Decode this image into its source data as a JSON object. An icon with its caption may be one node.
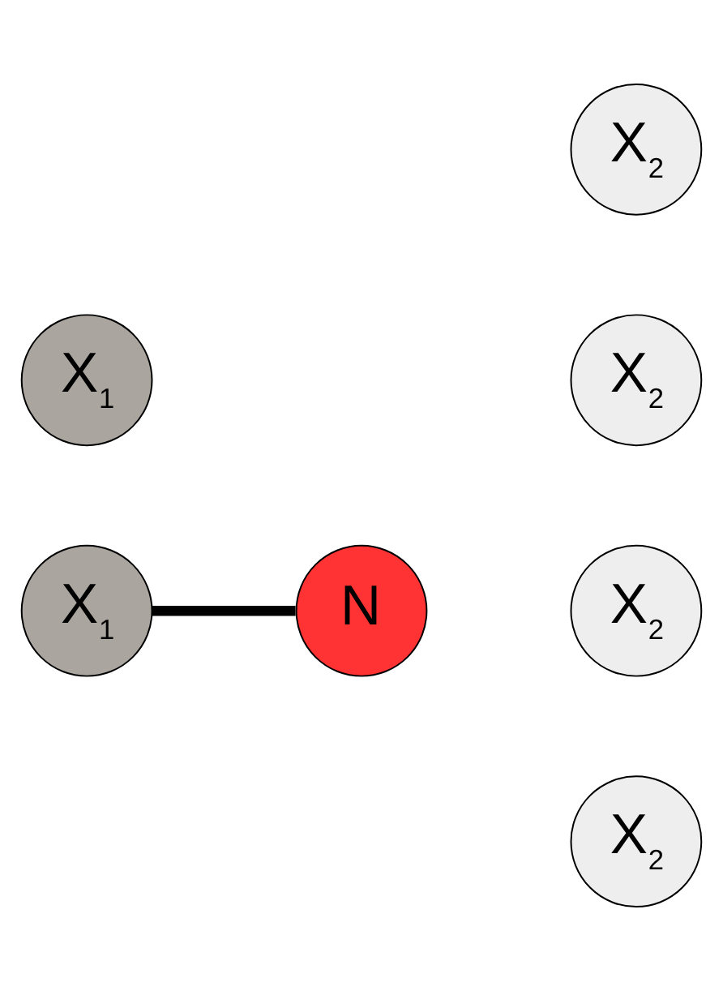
{
  "diagram": {
    "nodes": [
      {
        "text": [
          "X$_{2}$"
        ]
      },
      {
        "text": [
          "X$_{1}$"
        ]
      },
      {
        "text": [
          "X$_{2}$"
        ]
      },
      {
        "text": [
          "N"
        ]
      },
      {
        "text": [
          "X$_{1}$"
        ]
      },
      {
        "text": [
          "X$_{2}$"
        ]
      },
      {
        "text": [
          "X$_{2}$"
        ]
      }
    ],
    "edges": [
      {
        "from": 4,
        "to": 3,
        "arrow": "none"
      }
    ]
  }
}
